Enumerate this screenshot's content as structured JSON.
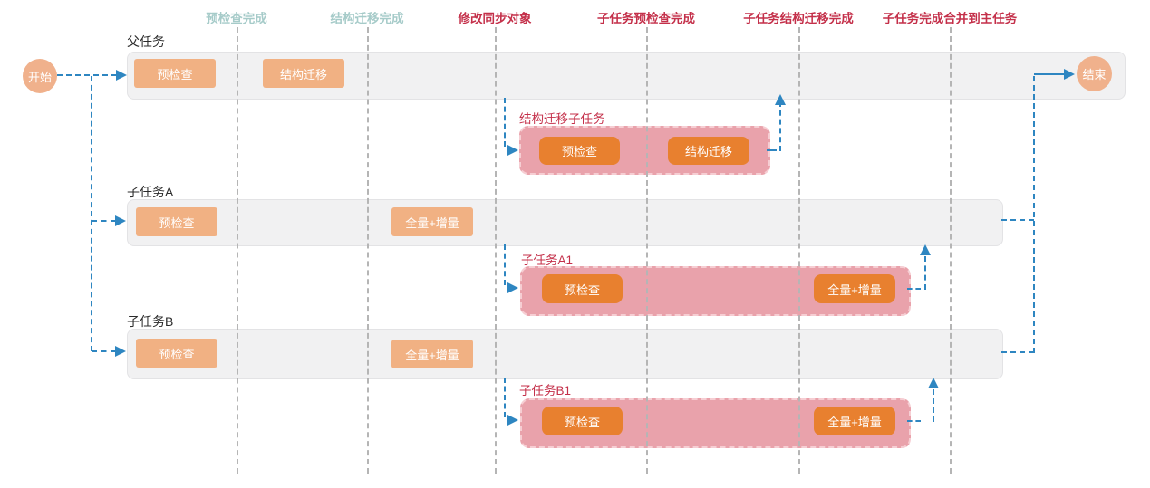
{
  "milestones": [
    {
      "label": "预检查完成",
      "status": "parent-step-completed"
    },
    {
      "label": "结构迁移完成",
      "status": "parent-step-completed"
    },
    {
      "label": "修改同步对象",
      "status": "action"
    },
    {
      "label": "子任务预检查完成",
      "status": "action"
    },
    {
      "label": "子任务结构迁移完成",
      "status": "action"
    },
    {
      "label": "子任务完成合并到主任务",
      "status": "action"
    }
  ],
  "nodes": {
    "start": "开始",
    "end": "结束"
  },
  "lanes": [
    {
      "label": "父任务",
      "steps": [
        "预检查",
        "结构迁移"
      ]
    },
    {
      "label": "子任务A",
      "steps": [
        "预检查",
        "全量+增量"
      ]
    },
    {
      "label": "子任务B",
      "steps": [
        "预检查",
        "全量+增量"
      ]
    }
  ],
  "subtasks": [
    {
      "label": "结构迁移子任务",
      "steps": [
        "预检查",
        "结构迁移"
      ]
    },
    {
      "label": "子任务A1",
      "steps": [
        "预检查",
        "全量+增量"
      ]
    },
    {
      "label": "子任务B1",
      "steps": [
        "预检查",
        "全量+增量"
      ]
    }
  ],
  "colors": {
    "milestone-teal": "#a6cbc9",
    "milestone-red": "#c4304a",
    "connector-blue": "#2e86c1",
    "step-light": "#f1b183",
    "step-dark": "#e8802f",
    "subtask-pink": "#e9a2ab",
    "subtask-border": "#f6ced3",
    "lane-fill": "#f1f1f2",
    "lane-border": "#e3e3e5",
    "grid-gray": "#b5b5b5",
    "node-orange": "#f0b18c"
  }
}
